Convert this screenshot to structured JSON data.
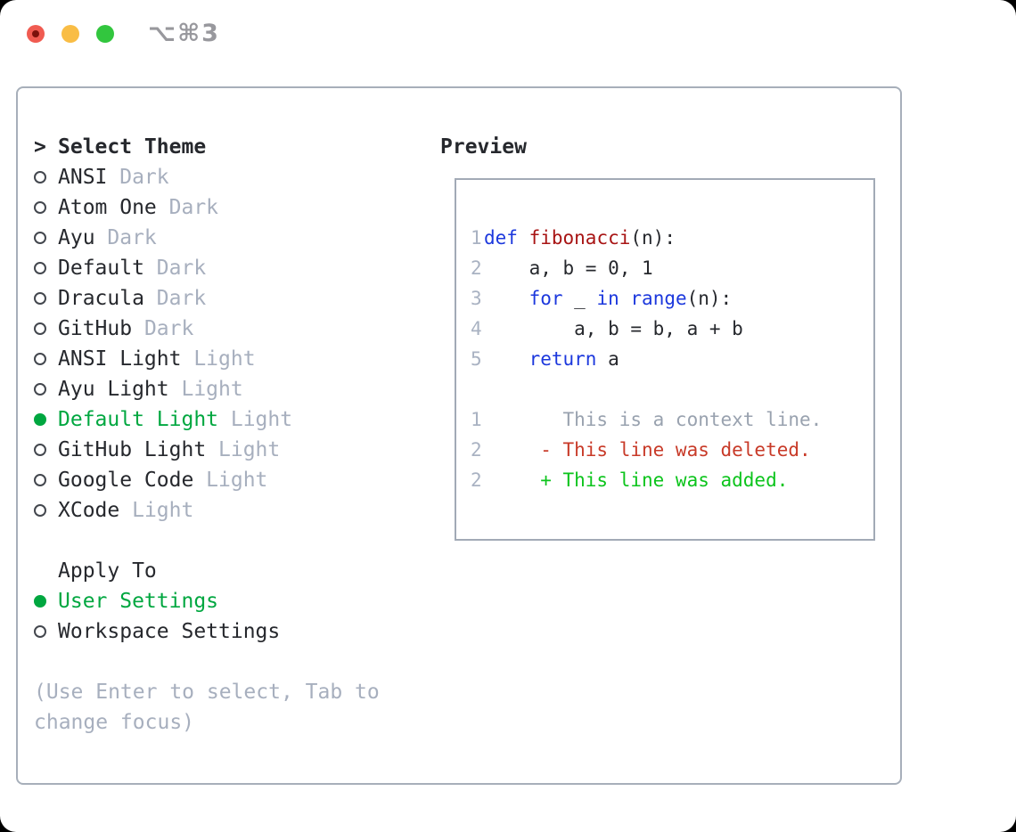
{
  "colors": {
    "window_bg": "#ffffff",
    "page_bg": "#000000",
    "text": "#26282d",
    "dim": "#a7afbe",
    "line_number": "#a9b2c2",
    "context": "#99a2af",
    "keyword": "#1c38dd",
    "function_name": "#a81414",
    "diff_deleted": "#c83a28",
    "diff_added": "#0cc41c",
    "selection_green": "#00a740",
    "panel_border": "#a7afba",
    "box_border": "#a2aab6",
    "title_gray": "#98989d",
    "traffic_red": "#f05b51",
    "traffic_red_dot": "#7c120c",
    "traffic_yellow": "#f9bd45",
    "traffic_green": "#32c63e"
  },
  "window": {
    "title": "⌥⌘3"
  },
  "theme_selector": {
    "prompt_symbol": ">",
    "header": "Select Theme",
    "items": [
      {
        "name": "ANSI",
        "variant": "Dark",
        "selected": false
      },
      {
        "name": "Atom One",
        "variant": "Dark",
        "selected": false
      },
      {
        "name": "Ayu",
        "variant": "Dark",
        "selected": false
      },
      {
        "name": "Default",
        "variant": "Dark",
        "selected": false
      },
      {
        "name": "Dracula",
        "variant": "Dark",
        "selected": false
      },
      {
        "name": "GitHub",
        "variant": "Dark",
        "selected": false
      },
      {
        "name": "ANSI Light",
        "variant": "Light",
        "selected": false
      },
      {
        "name": "Ayu Light",
        "variant": "Light",
        "selected": false
      },
      {
        "name": "Default Light",
        "variant": "Light",
        "selected": true
      },
      {
        "name": "GitHub Light",
        "variant": "Light",
        "selected": false
      },
      {
        "name": "Google Code",
        "variant": "Light",
        "selected": false
      },
      {
        "name": "XCode",
        "variant": "Light",
        "selected": false
      }
    ],
    "apply_header": "Apply To",
    "apply_options": [
      {
        "name": "User Settings",
        "selected": true
      },
      {
        "name": "Workspace Settings",
        "selected": false
      }
    ],
    "hint": "(Use Enter to select, Tab to change focus)"
  },
  "preview": {
    "header": "Preview",
    "lines": [
      {
        "num": "1",
        "tokens": [
          [
            "kw",
            "def"
          ],
          [
            "plain",
            " "
          ],
          [
            "fn",
            "fibonacci"
          ],
          [
            "plain",
            "(n):"
          ]
        ]
      },
      {
        "num": "2",
        "tokens": [
          [
            "plain",
            "    a, b = 0, 1"
          ]
        ]
      },
      {
        "num": "3",
        "tokens": [
          [
            "plain",
            "    "
          ],
          [
            "kw",
            "for"
          ],
          [
            "plain",
            " _ "
          ],
          [
            "kw",
            "in"
          ],
          [
            "plain",
            " "
          ],
          [
            "kw",
            "range"
          ],
          [
            "plain",
            "(n):"
          ]
        ]
      },
      {
        "num": "4",
        "tokens": [
          [
            "plain",
            "        a, b = b, a + b"
          ]
        ]
      },
      {
        "num": "5",
        "tokens": [
          [
            "plain",
            "    "
          ],
          [
            "kw",
            "return"
          ],
          [
            "plain",
            " a"
          ]
        ]
      },
      {
        "num": "",
        "tokens": []
      },
      {
        "num": "1",
        "tokens": [
          [
            "ctx",
            "       This is a context line."
          ]
        ]
      },
      {
        "num": "2",
        "tokens": [
          [
            "plain",
            "     "
          ],
          [
            "del",
            "- This line was deleted."
          ]
        ]
      },
      {
        "num": "2",
        "tokens": [
          [
            "plain",
            "     "
          ],
          [
            "add",
            "+ This line was added."
          ]
        ]
      }
    ]
  }
}
